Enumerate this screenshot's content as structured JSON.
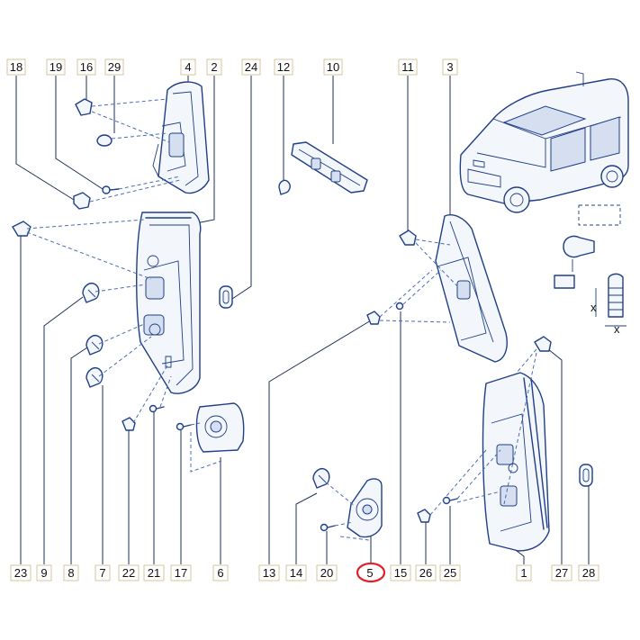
{
  "diagram": {
    "top_labels": [
      "18",
      "19",
      "16",
      "29",
      "4",
      "2",
      "24",
      "12",
      "10",
      "11",
      "3"
    ],
    "bottom_labels": [
      "23",
      "9",
      "8",
      "7",
      "22",
      "21",
      "17",
      "6",
      "13",
      "14",
      "20",
      "5",
      "15",
      "26",
      "25",
      "1",
      "27",
      "28"
    ],
    "highlighted_label": "5",
    "highlight_color": "#e0202a",
    "line_color": "#1f3f86",
    "inset_marks": [
      "x",
      "x"
    ]
  }
}
